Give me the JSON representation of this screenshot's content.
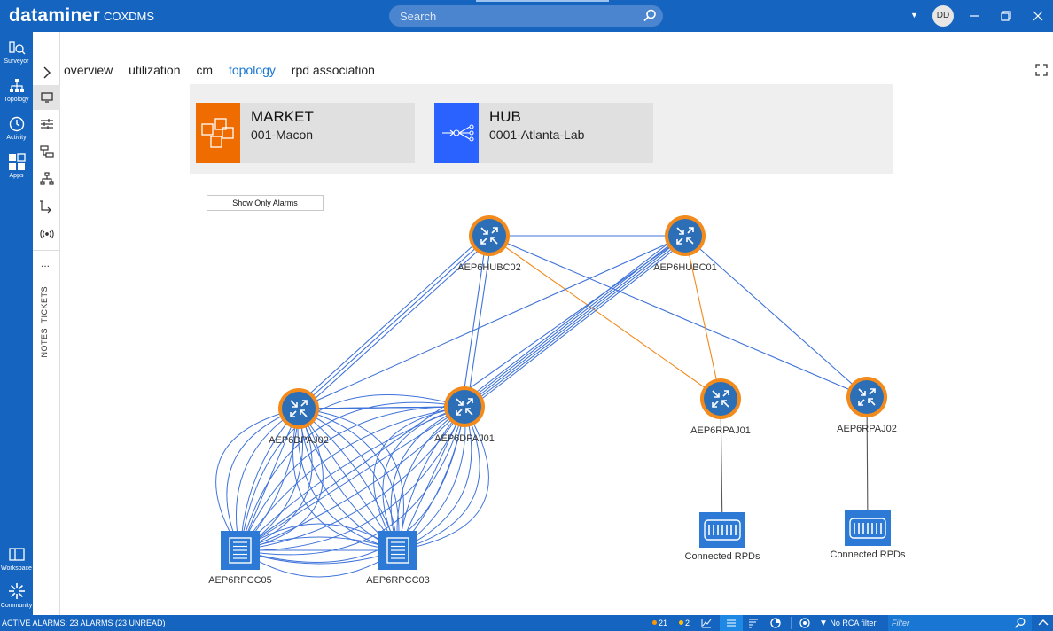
{
  "titlebar": {
    "logo": "dataminer",
    "system_name": "COXDMS",
    "search_placeholder": "Search",
    "avatar_initials": "DD"
  },
  "leftnav": {
    "items": [
      {
        "label": "Surveyor",
        "icon": "surveyor-icon"
      },
      {
        "label": "Topology",
        "icon": "topology-icon"
      },
      {
        "label": "Activity",
        "icon": "activity-icon"
      },
      {
        "label": "Apps",
        "icon": "apps-icon"
      },
      {
        "label": "Workspace",
        "icon": "workspace-icon"
      },
      {
        "label": "Community",
        "icon": "community-icon"
      }
    ]
  },
  "toolstrip": {
    "tickets": "TICKETS",
    "notes": "NOTES",
    "more": "..."
  },
  "tabs": [
    {
      "label": "overview",
      "active": false
    },
    {
      "label": "utilization",
      "active": false
    },
    {
      "label": "cm",
      "active": false
    },
    {
      "label": "topology",
      "active": true
    },
    {
      "label": "rpd association",
      "active": false
    }
  ],
  "cards": {
    "market": {
      "type": "MARKET",
      "name": "001-Macon",
      "color": "#ef6c00"
    },
    "hub": {
      "type": "HUB",
      "name": "0001-Atlanta-Lab",
      "color": "#2962ff"
    }
  },
  "show_alarms_label": "Show Only Alarms",
  "topology": {
    "nodes": [
      {
        "id": "AEP6HUBC02",
        "label": "AEP6HUBC02",
        "kind": "router"
      },
      {
        "id": "AEP6HUBC01",
        "label": "AEP6HUBC01",
        "kind": "router"
      },
      {
        "id": "AEP6DPAJ02",
        "label": "AEP6DPAJ02",
        "kind": "router"
      },
      {
        "id": "AEP6DPAJ01",
        "label": "AEP6DPAJ01",
        "kind": "router"
      },
      {
        "id": "AEP6RPAJ01",
        "label": "AEP6RPAJ01",
        "kind": "router"
      },
      {
        "id": "AEP6RPAJ02",
        "label": "AEP6RPAJ02",
        "kind": "router"
      },
      {
        "id": "AEP6RPCC05",
        "label": "AEP6RPCC05",
        "kind": "server"
      },
      {
        "id": "AEP6RPCC03",
        "label": "AEP6RPCC03",
        "kind": "server"
      },
      {
        "id": "RPD1",
        "label": "Connected RPDs",
        "kind": "rpd"
      },
      {
        "id": "RPD2",
        "label": "Connected RPDs",
        "kind": "rpd"
      }
    ],
    "colors": {
      "link": "#3f73d9",
      "alarm_link": "#f28a1c",
      "node": "#2c6fb7",
      "node_ring": "#f28a1c",
      "rpd_link": "#555555"
    }
  },
  "statusbar": {
    "active_alarms": "ACTIVE ALARMS: 23 ALARMS (23 UNREAD)",
    "critical_count": "21",
    "major_count": "2",
    "rca_filter": "No RCA filter",
    "filter_placeholder": "Filter"
  }
}
